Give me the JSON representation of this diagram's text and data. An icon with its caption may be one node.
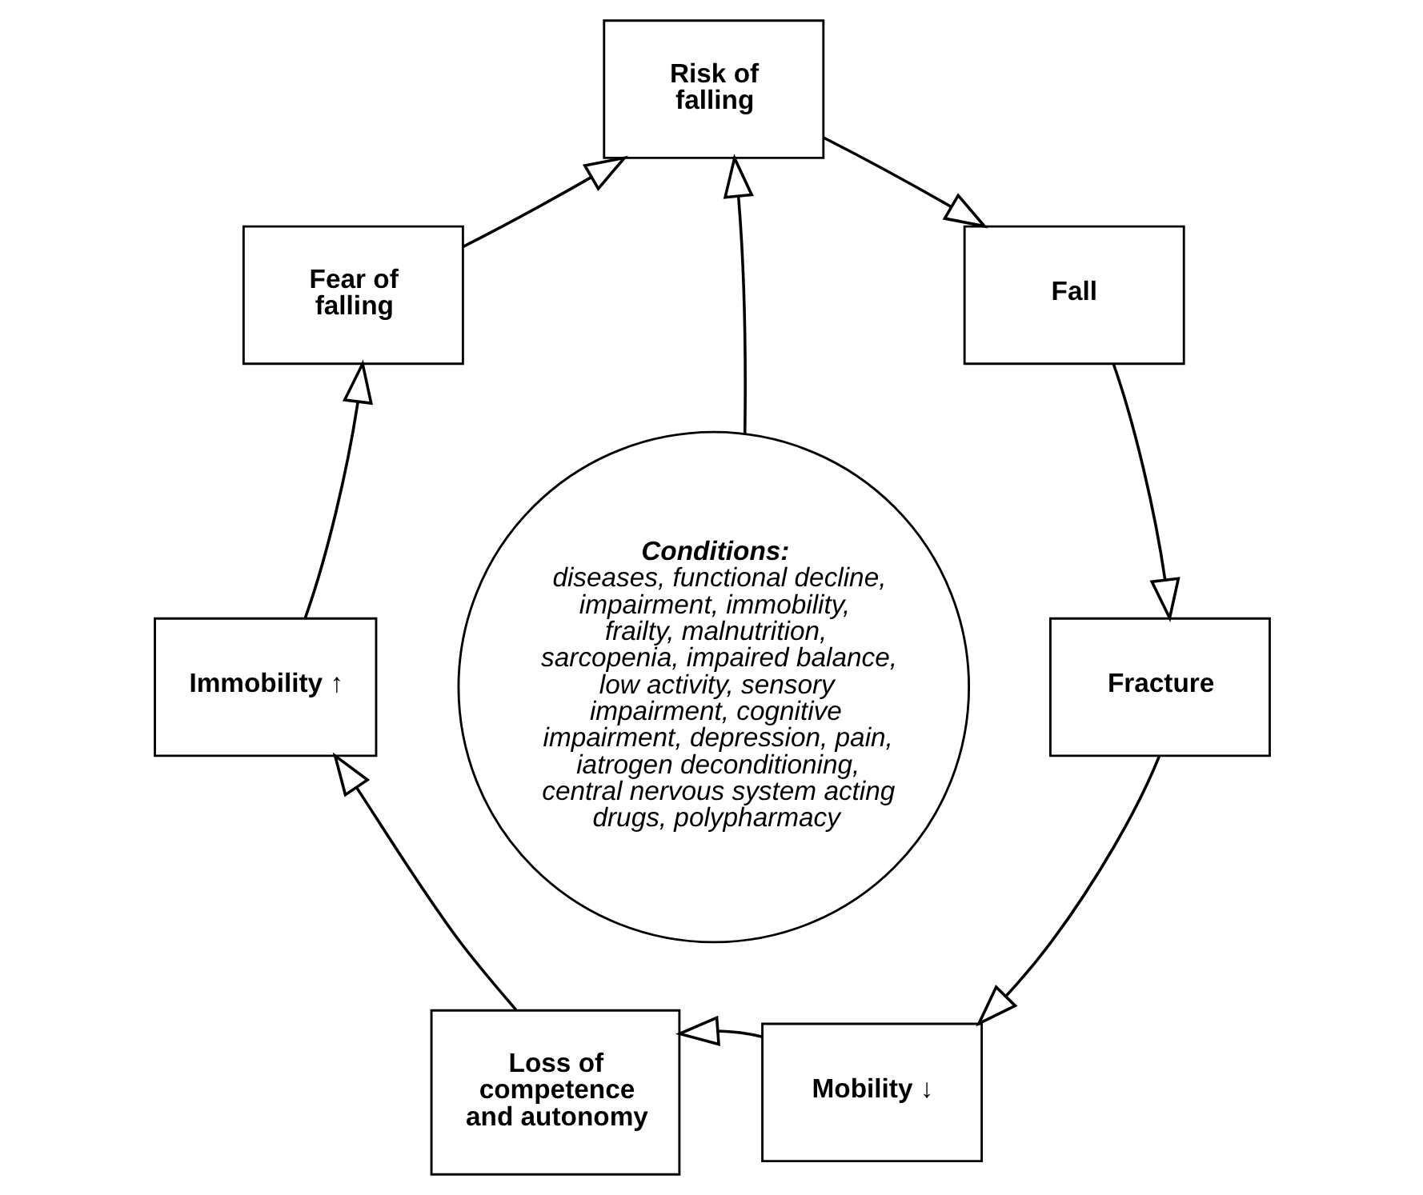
{
  "diagram": {
    "nodes": [
      {
        "text": [
          "Risk of falling"
        ]
      },
      {
        "text": [
          "Fall"
        ]
      },
      {
        "text": [
          "Fracture"
        ]
      },
      {
        "text": [
          "Mobility ↓"
        ]
      },
      {
        "text": [
          "Loss of competence and autonomy"
        ]
      },
      {
        "text": [
          "Immobility ↑"
        ]
      },
      {
        "text": [
          "Fear of falling"
        ]
      },
      {
        "text": [
          "**Conditions:** diseases, functional decline, impairment, immobility, frailty, malnutrition, sarcopenia, impaired balance, low activity, sensory impairment, cognitive impairment, depression, pain, iatrogen deconditioning, central nervous system acting drugs, polypharmacy"
        ]
      }
    ],
    "edges": [
      {
        "from": 6,
        "to": 0,
        "arrow": "to"
      },
      {
        "from": 0,
        "to": 1,
        "arrow": "to"
      },
      {
        "from": 1,
        "to": 2,
        "arrow": "to"
      },
      {
        "from": 2,
        "to": 3,
        "arrow": "to"
      },
      {
        "from": 3,
        "to": 4,
        "arrow": "to"
      },
      {
        "from": 4,
        "to": 5,
        "arrow": "to"
      },
      {
        "from": 5,
        "to": 6,
        "arrow": "to"
      },
      {
        "from": 7,
        "to": 0,
        "arrow": "to"
      }
    ]
  }
}
